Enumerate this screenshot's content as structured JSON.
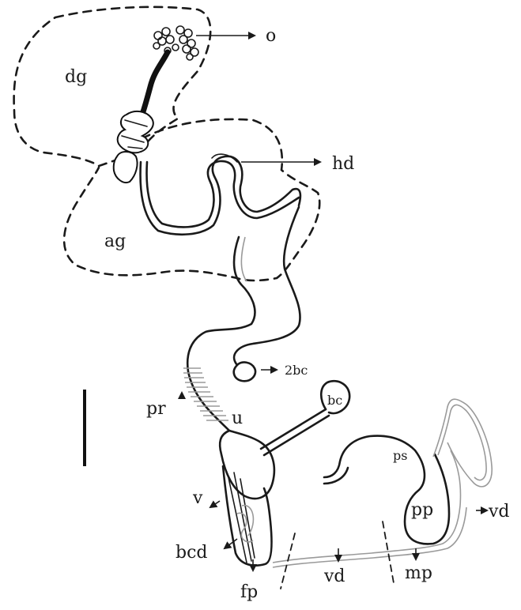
{
  "labels": {
    "o": "o",
    "dg": "dg",
    "hd": "hd",
    "ag": "ag",
    "twobc": "2bc",
    "bc": "bc",
    "pr": "pr",
    "u": "u",
    "ps": "ps",
    "pp": "pp",
    "v": "v",
    "vd_right": "vd",
    "bcd": "bcd",
    "vd_bottom": "vd",
    "mp": "mp",
    "fp": "fp"
  }
}
